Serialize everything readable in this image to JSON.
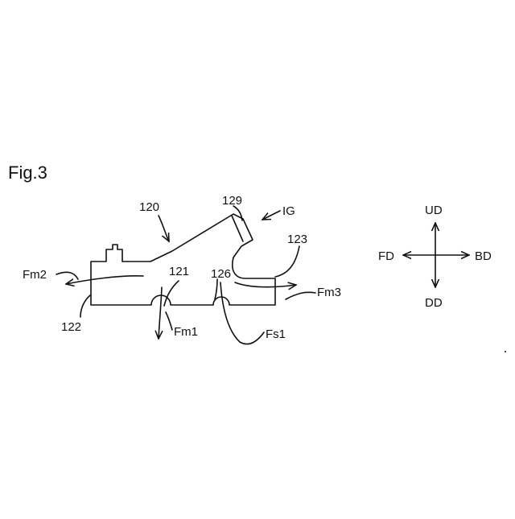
{
  "figure": {
    "title": "Fig.3",
    "refs": {
      "r120": "120",
      "r121": "121",
      "r122": "122",
      "r123": "123",
      "r126": "126",
      "r129": "129",
      "ig": "IG"
    },
    "forces": {
      "fm1": "Fm1",
      "fm2": "Fm2",
      "fm3": "Fm3",
      "fs1": "Fs1"
    },
    "directions": {
      "up": "UD",
      "down": "DD",
      "front": "FD",
      "back": "BD"
    }
  }
}
